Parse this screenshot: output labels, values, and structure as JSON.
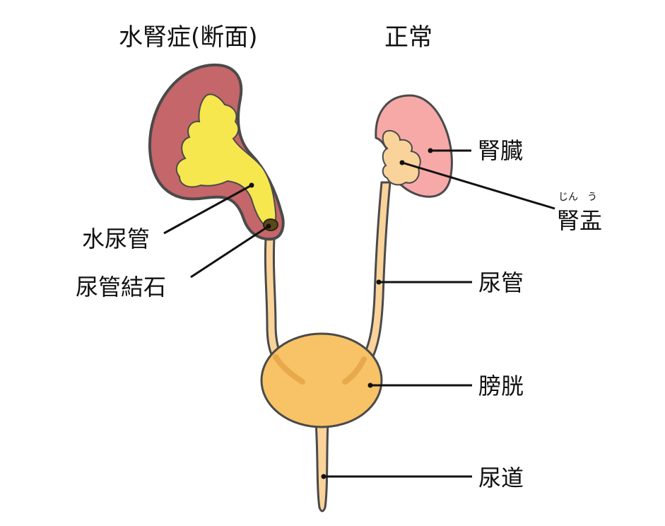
{
  "titles": {
    "left": "水腎症(断面)",
    "right": "正常"
  },
  "labels": {
    "kidney": "腎臓",
    "renal_pelvis": "腎盂",
    "renal_pelvis_ruby_jin": "じん",
    "renal_pelvis_ruby_u": "う",
    "ureter": "尿管",
    "bladder": "膀胱",
    "urethra": "尿道",
    "hydroureter": "水尿管",
    "ureteral_stone": "尿管結石"
  },
  "colors": {
    "outline": "#4a4a4a",
    "hydro_kidney": "#c4666a",
    "hydro_fill": "#f6e74f",
    "normal_kidney": "#f7a9a8",
    "normal_pelvis": "#f9d39a",
    "bladder": "#f8c266",
    "ureter": "#f9d39a",
    "stone": "#5a4a1a"
  }
}
